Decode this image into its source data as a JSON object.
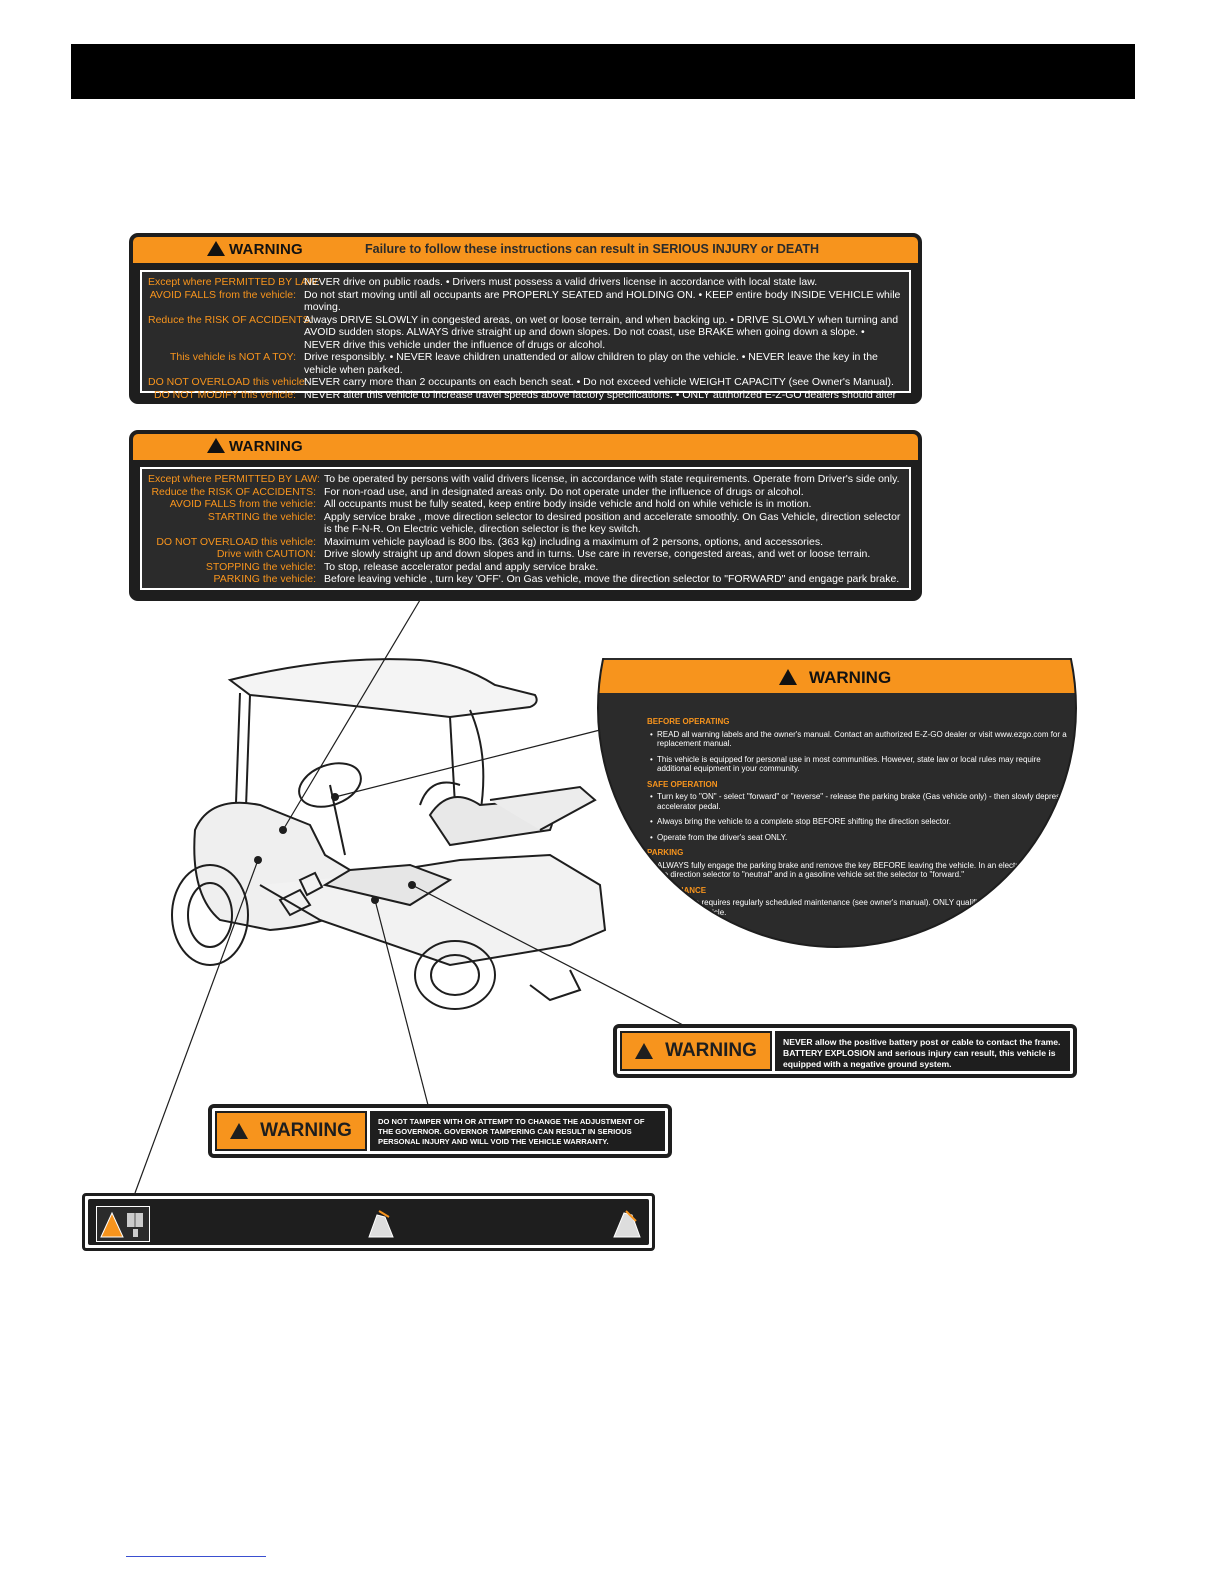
{
  "warning_word": "WARNING",
  "label1": {
    "subhead": "Failure to follow these instructions can result in SERIOUS INJURY or DEATH",
    "rows": [
      {
        "k": "Except where PERMITTED BY LAW:",
        "v": "NEVER drive on public roads.  •  Drivers must possess a valid drivers license in accordance with local state law."
      },
      {
        "k": "AVOID FALLS from the vehicle:",
        "v": "Do not start moving until all occupants are PROPERLY SEATED and HOLDING ON.  •  KEEP entire body INSIDE VEHICLE while moving."
      },
      {
        "k": "Reduce the RISK OF ACCIDENTS:",
        "v": "Always DRIVE SLOWLY in congested areas, on wet or loose terrain,  and when backing up.  •  DRIVE SLOWLY when turning and AVOID sudden stops. ALWAYS drive straight up and down slopes. Do not coast, use BRAKE when going down a slope.  •  NEVER drive this vehicle under the influence of drugs or alcohol."
      },
      {
        "k": "This vehicle is NOT A TOY:",
        "v": "Drive responsibly.  •  NEVER leave children unattended or allow children to play on the vehicle.  •  NEVER leave the key in the vehicle when parked."
      },
      {
        "k": "DO NOT OVERLOAD this vehicle:",
        "v": "NEVER carry more than 2 occupants on each bench seat.  •  Do not exceed vehicle WEIGHT CAPACITY (see Owner's Manual)."
      },
      {
        "k": "DO NOT MODIFY this vehicle:",
        "v": "NEVER alter this vehicle to increase travel speeds above factory specifications.  •  ONLY authorized E-Z-GO dealers should alter the vehicle using approved parts.  •  Alterations not approved or tested by E-Z-GO can create unsafe conditions and increase your chance of having an accident."
      }
    ]
  },
  "label2": {
    "rows": [
      {
        "k": "Except where PERMITTED BY LAW:",
        "v": "To be operated by persons with valid drivers license, in accordance with state requirements. Operate from Driver's side only."
      },
      {
        "k": "Reduce the RISK OF ACCIDENTS:",
        "v": "For non-road use, and in designated areas only. Do not operate under the influence of drugs or alcohol."
      },
      {
        "k": "AVOID FALLS from the vehicle:",
        "v": "All occupants must be fully seated, keep entire body inside vehicle and hold on while vehicle is in motion."
      },
      {
        "k": "STARTING the vehicle:",
        "v": "Apply service brake , move direction selector to desired position and accelerate smoothly. On Gas Vehicle, direction selector is the F-N-R.  On Electric vehicle, direction selector is the key switch."
      },
      {
        "k": "DO NOT OVERLOAD this vehicle:",
        "v": "Maximum vehicle payload is 800 lbs. (363 kg) including a maximum of 2 persons, options, and accessories."
      },
      {
        "k": "Drive with CAUTION:",
        "v": "Drive slowly straight up and down slopes and in turns. Use care in reverse, congested areas, and wet or loose terrain."
      },
      {
        "k": "STOPPING the vehicle:",
        "v": "To stop, release accelerator pedal and apply service brake."
      },
      {
        "k": "PARKING the vehicle:",
        "v": "Before leaving vehicle , turn key 'OFF'. On Gas vehicle, move the direction selector to \"FORWARD\" and engage park brake."
      }
    ]
  },
  "circle": {
    "sections": [
      {
        "title": "BEFORE OPERATING",
        "bullets": [
          "READ all warning labels and the owner's manual. Contact an authorized E-Z-GO dealer or visit www.ezgo.com for a replacement manual.",
          "This vehicle is equipped for personal use in most communities. However, state law or local rules may require additional equipment in your community."
        ]
      },
      {
        "title": "SAFE OPERATION",
        "bullets": [
          "Turn key to \"ON\" - select \"forward\" or \"reverse\" - release the parking brake (Gas vehicle only) - then slowly depress accelerator pedal.",
          "Always bring the vehicle to a complete stop BEFORE shifting the direction selector.",
          "Operate from the driver's seat ONLY."
        ]
      },
      {
        "title": "PARKING",
        "bullets": [
          "ALWAYS fully engage the parking brake and remove the key BEFORE leaving the vehicle. In an electric vehicle set the direction selector to \"neutral\" and in a gasoline vehicle set the selector to \"forward.\""
        ]
      },
      {
        "title": "MAINTENANCE",
        "bullets": [
          "This vehicle requires regularly scheduled maintenance (see owner's manual). ONLY qualified personnel should service this vehicle."
        ]
      }
    ]
  },
  "battery_text": "NEVER allow the positive battery post or cable to contact the frame. BATTERY EXPLOSION and serious injury can result, this vehicle is equipped with a negative ground system.",
  "governor_text": "DO NOT TAMPER WITH OR ATTEMPT TO CHANGE THE ADJUSTMENT OF THE GOVERNOR. GOVERNOR TAMPERING CAN RESULT IN SERIOUS PERSONAL INJURY AND WILL VOID THE VEHICLE WARRANTY.",
  "colors": {
    "accent": "#f7941d",
    "panel": "#2b2b2b",
    "border": "#1e1e1e"
  }
}
